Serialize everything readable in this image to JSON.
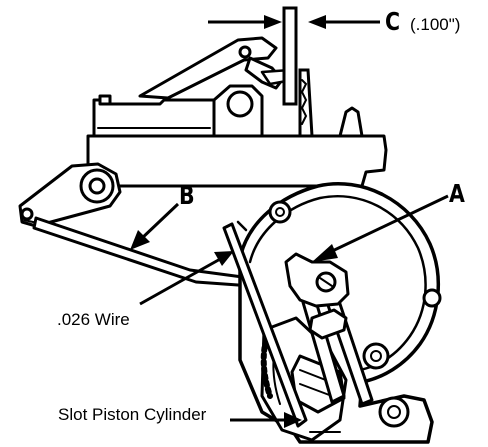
{
  "labels": {
    "a": "A",
    "b": "B",
    "c": "C",
    "c_value": "(.100\")",
    "wire": ".026 Wire",
    "slot": "Slot Piston Cylinder"
  },
  "colors": {
    "ink": "#000000",
    "paper": "#ffffff"
  }
}
